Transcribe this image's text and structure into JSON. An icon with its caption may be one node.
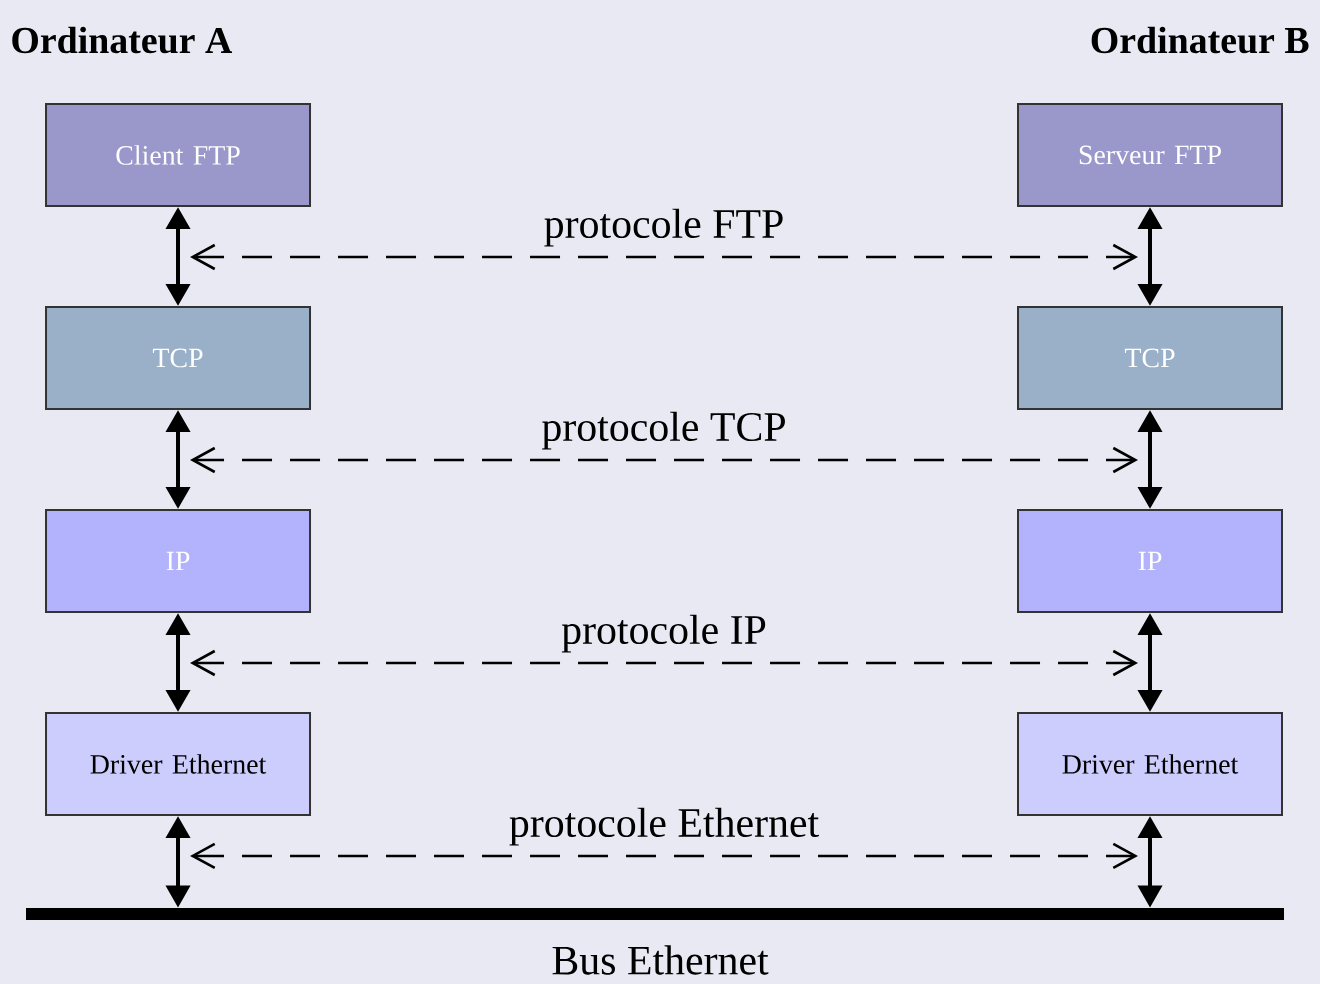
{
  "diagram": {
    "nodes": [
      {
        "text": [
          "Client FTP"
        ]
      },
      {
        "text": [
          "TCP"
        ]
      },
      {
        "text": [
          "IP"
        ]
      },
      {
        "text": [
          "Driver Ethernet"
        ]
      },
      {
        "text": [
          "Serveur FTP"
        ]
      },
      {
        "text": [
          "TCP"
        ]
      },
      {
        "text": [
          "IP"
        ]
      },
      {
        "text": [
          "Driver Ethernet"
        ]
      },
      {
        "text": [
          "Bus Ethernet"
        ]
      }
    ],
    "edges": [
      {
        "from": 0,
        "to": 1,
        "arrow": "both"
      },
      {
        "from": 1,
        "to": 2,
        "arrow": "both"
      },
      {
        "from": 2,
        "to": 3,
        "arrow": "both"
      },
      {
        "from": 3,
        "to": 8,
        "arrow": "both"
      },
      {
        "from": 4,
        "to": 5,
        "arrow": "both"
      },
      {
        "from": 5,
        "to": 6,
        "arrow": "both"
      },
      {
        "from": 6,
        "to": 7,
        "arrow": "both"
      },
      {
        "from": 7,
        "to": 8,
        "arrow": "both"
      },
      {
        "from": 0,
        "to": 4,
        "arrow": "both",
        "style": "dashed",
        "label": "protocole FTP"
      },
      {
        "from": 1,
        "to": 5,
        "arrow": "both",
        "style": "dashed",
        "label": "protocole TCP"
      },
      {
        "from": 2,
        "to": 6,
        "arrow": "both",
        "style": "dashed",
        "label": "protocole IP"
      },
      {
        "from": 3,
        "to": 7,
        "arrow": "both",
        "style": "dashed",
        "label": "protocole Ethernet"
      }
    ],
    "labels": [
      "Ordinateur A",
      "Ordinateur B"
    ]
  }
}
